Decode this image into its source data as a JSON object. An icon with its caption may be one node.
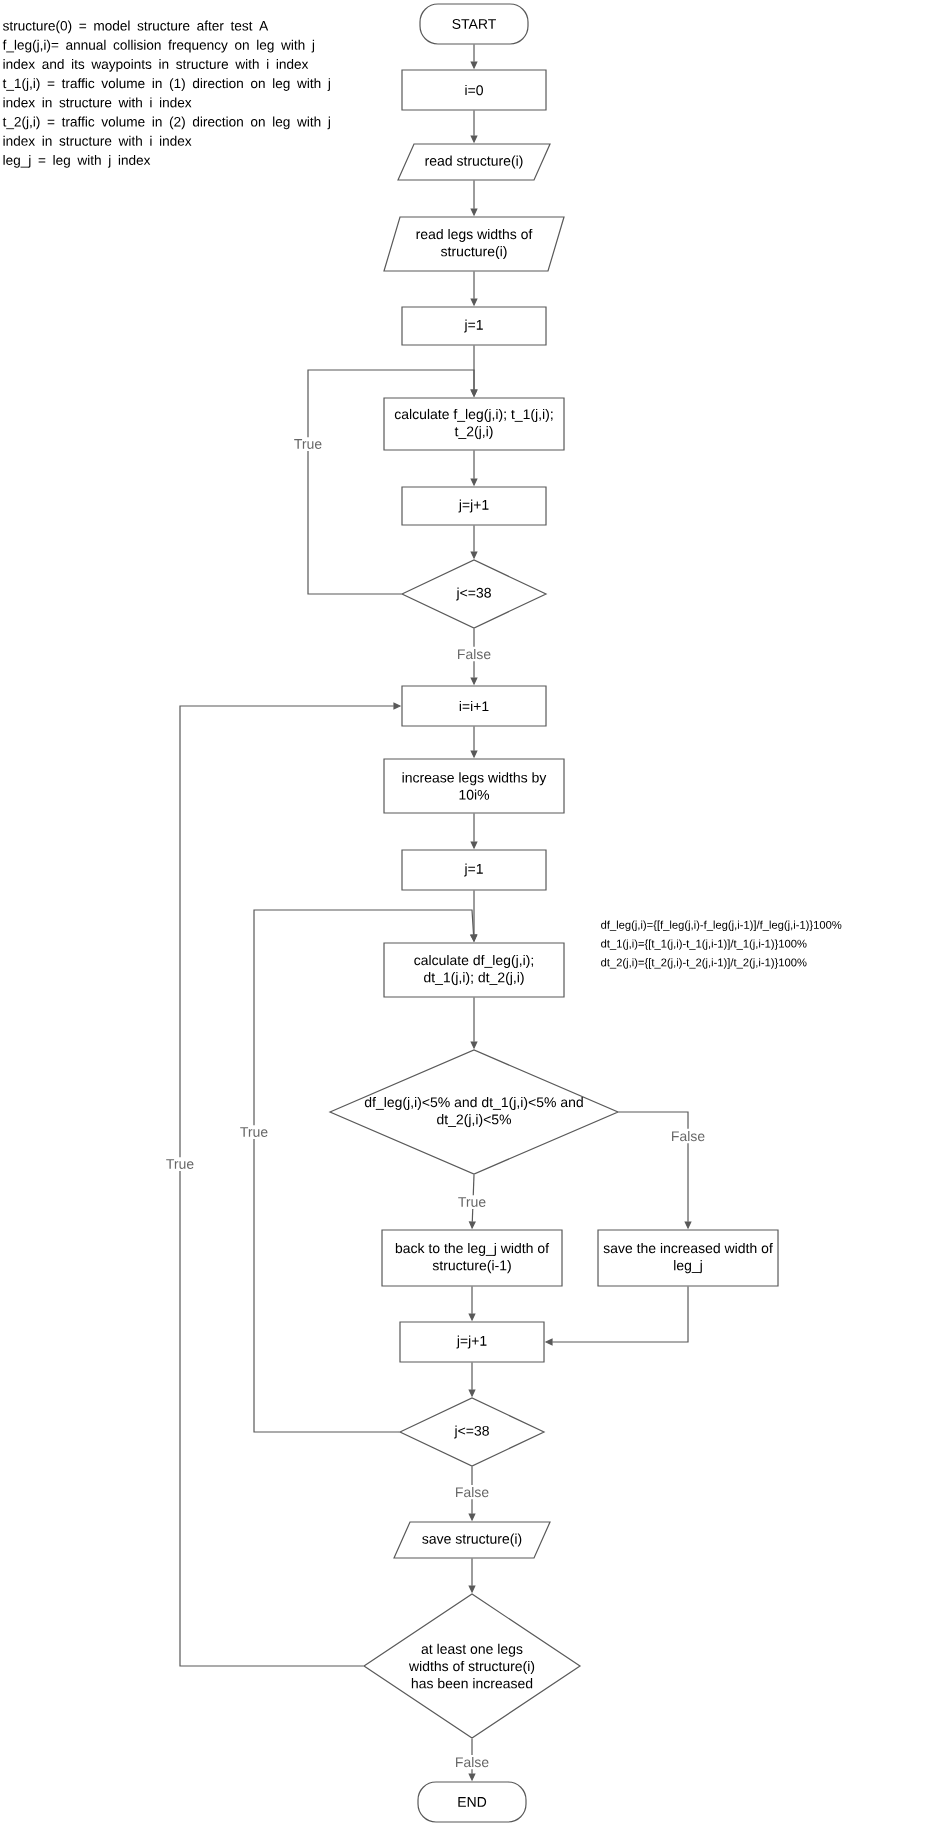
{
  "diagram": {
    "nodes": [
      {
        "text": [
          "START"
        ]
      },
      {
        "text": [
          "i=0"
        ]
      },
      {
        "text": [
          "read structure(i)"
        ]
      },
      {
        "text": [
          "read legs widths of structure(i)"
        ]
      },
      {
        "text": [
          "j=1"
        ]
      },
      {
        "text": [
          "calculate f_leg(j,i); t_1(j,i); t_2(j,i)"
        ]
      },
      {
        "text": [
          "j=j+1"
        ]
      },
      {
        "text": [
          "j<=38"
        ]
      },
      {
        "text": [
          "i=i+1"
        ]
      },
      {
        "text": [
          "increase legs widths by 10i%"
        ]
      },
      {
        "text": [
          "j=1"
        ]
      },
      {
        "text": [
          "calculate df_leg(j,i); dt_1(j,i); dt_2(j,i)"
        ]
      },
      {
        "text": [
          "df_leg(j,i)<5% and dt_1(j,i)<5% and dt_2(j,i)<5%"
        ]
      },
      {
        "text": [
          "back to the leg_j width of structure(i-1)"
        ]
      },
      {
        "text": [
          "save the increased width of leg_j"
        ]
      },
      {
        "text": [
          "j=j+1"
        ]
      },
      {
        "text": [
          "j<=38"
        ]
      },
      {
        "text": [
          "save structure(i)"
        ]
      },
      {
        "text": [
          "at least one legs widths of structure(i) has been increased"
        ]
      },
      {
        "text": [
          "END"
        ]
      }
    ],
    "edges": [
      {
        "from": 0,
        "to": 1,
        "arrow": "to"
      },
      {
        "from": 1,
        "to": 2,
        "arrow": "to"
      },
      {
        "from": 2,
        "to": 3,
        "arrow": "to"
      },
      {
        "from": 3,
        "to": 4,
        "arrow": "to"
      },
      {
        "from": 4,
        "to": 5,
        "arrow": "to"
      },
      {
        "from": 5,
        "to": 6,
        "arrow": "to"
      },
      {
        "from": 6,
        "to": 7,
        "arrow": "to"
      },
      {
        "from": 7,
        "to": 5,
        "arrow": "to",
        "label": "True"
      },
      {
        "from": 7,
        "to": 8,
        "arrow": "to",
        "label": "False"
      },
      {
        "from": 8,
        "to": 9,
        "arrow": "to"
      },
      {
        "from": 9,
        "to": 10,
        "arrow": "to"
      },
      {
        "from": 10,
        "to": 11,
        "arrow": "to"
      },
      {
        "from": 11,
        "to": 12,
        "arrow": "to"
      },
      {
        "from": 12,
        "to": 13,
        "arrow": "to",
        "label": "True"
      },
      {
        "from": 12,
        "to": 14,
        "arrow": "to",
        "label": "False"
      },
      {
        "from": 13,
        "to": 15,
        "arrow": "to"
      },
      {
        "from": 14,
        "to": 15,
        "arrow": "to"
      },
      {
        "from": 15,
        "to": 16,
        "arrow": "to"
      },
      {
        "from": 16,
        "to": 11,
        "arrow": "to",
        "label": "True"
      },
      {
        "from": 16,
        "to": 17,
        "arrow": "to",
        "label": "False"
      },
      {
        "from": 17,
        "to": 18,
        "arrow": "to"
      },
      {
        "from": 18,
        "to": 8,
        "arrow": "to",
        "label": "True"
      },
      {
        "from": 18,
        "to": 19,
        "arrow": "to",
        "label": "False"
      }
    ],
    "labels": [
      "structure(0) = model structure after test A",
      "f_leg(j,i)= annual collision frequency on leg with j index and its waypoints in structure with i index",
      "t_1(j,i) = traffic volume in (1) direction on leg with j index in structure with i index",
      "t_2(j,i) = traffic volume in (2) direction on leg with j index in structure with i index",
      "leg_j = leg with j index",
      "df_leg(j,i)={[f_leg(j,i)-f_leg(j,i-1)]/f_leg(j,i-1)}100%",
      "dt_1(j,i)={[t_1(j,i)-t_1(j,i-1)]/t_1(j,i-1)}100%",
      "dt_2(j,i)={[t_2(j,i)-t_2(j,i-1)]/t_2(j,i-1)}100%"
    ]
  }
}
